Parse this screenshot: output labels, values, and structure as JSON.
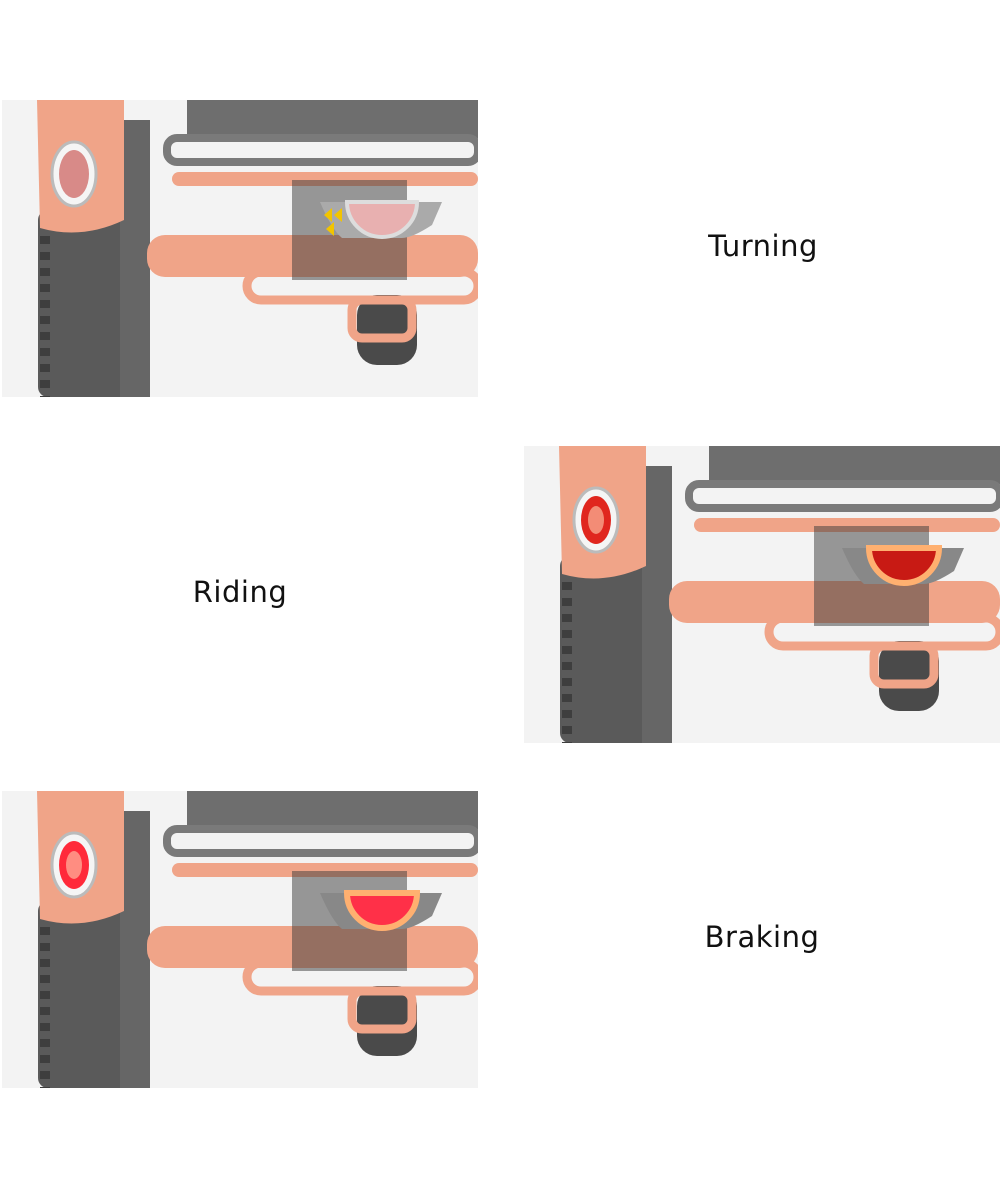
{
  "modes": [
    {
      "label": "Turning",
      "mode": "turning",
      "fender_light": "#d88a88",
      "tail_light": "#e8b0b0",
      "turn_signal": "#f2c400"
    },
    {
      "label": "Riding",
      "mode": "riding",
      "fender_light": "#e0261e",
      "tail_light": "#c81a14",
      "turn_signal": null
    },
    {
      "label": "Braking",
      "mode": "braking",
      "fender_light": "#ff2a3a",
      "tail_light": "#ff3048",
      "turn_signal": null
    }
  ],
  "colors": {
    "frame": "#f0a488",
    "tire": "#5a5a5a",
    "rack": "#7a7a7a",
    "background": "#f3f3f3"
  }
}
